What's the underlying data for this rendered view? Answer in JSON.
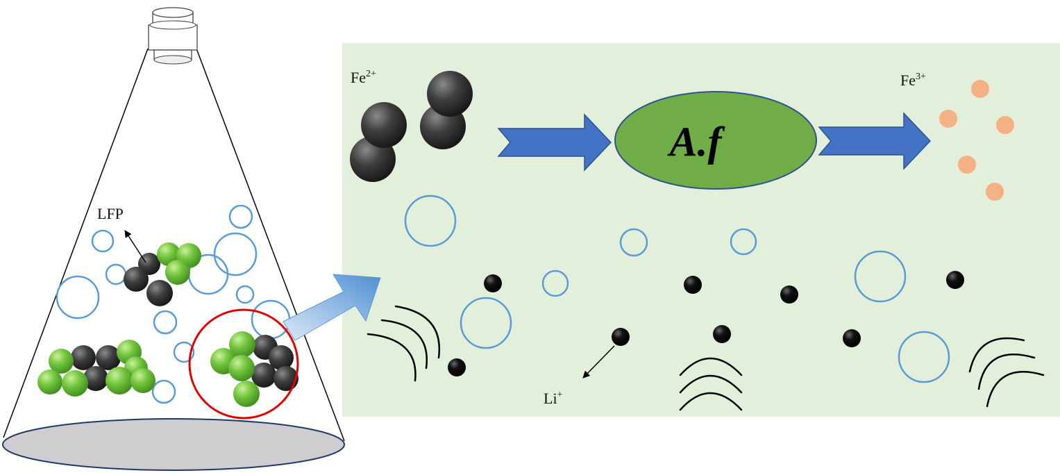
{
  "labels": {
    "fe2_base": "Fe",
    "fe2_sup": "2+",
    "fe3_base": "Fe",
    "fe3_sup": "3+",
    "li_base": "Li",
    "li_sup": "+",
    "lfp": "LFP",
    "bacteria": "A.f"
  },
  "colors": {
    "panel_bg": "#e2efda",
    "ellipse_fill": "#70ad47",
    "arrow_fill": "#4472c4",
    "bubble_stroke": "#5b9bd5",
    "fe3_particle": "#f4b183",
    "lfp_green": "#7ac943",
    "lfp_dark": "#3a3a3a",
    "zoom_circle": "#e00000",
    "flask_base": "#cfcdd0"
  },
  "icons": [
    "erlenmeyer-flask-icon",
    "fe2-particle-icon",
    "fe3-particle-icon",
    "li-ion-icon",
    "bubble-icon",
    "stir-wave-icon",
    "zoom-arrow-icon",
    "process-arrow-icon"
  ]
}
